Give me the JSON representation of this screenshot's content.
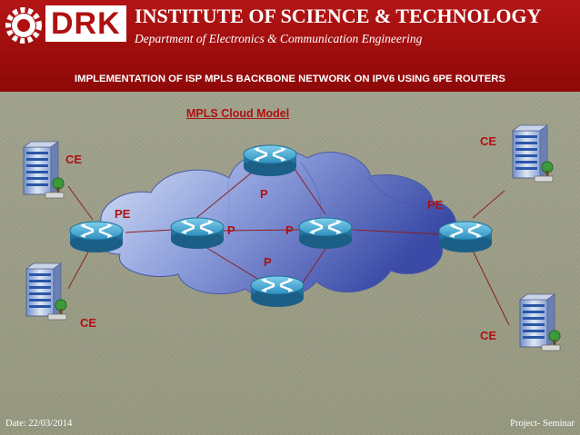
{
  "header": {
    "logo": "DRK",
    "institute": "INSTITUTE OF SCIENCE & TECHNOLOGY",
    "department": "Department of Electronics & Communication Engineering",
    "project_title": "IMPLEMENTATION OF ISP MPLS BACKBONE NETWORK ON IPV6 USING 6PE ROUTERS"
  },
  "diagram": {
    "cloud_label": "MPLS  Cloud Model",
    "labels": {
      "ce_top_left": "CE",
      "ce_bottom_left": "CE",
      "ce_top_right": "CE",
      "ce_bottom_right": "CE",
      "pe_left": "PE",
      "pe_right": "PE",
      "p_top": "P",
      "p_left": "P",
      "p_right": "P",
      "p_bottom": "P"
    },
    "colors": {
      "label": "#b01010",
      "link": "#8a2020",
      "router": "#3fa0c8",
      "cloud_light": "#c7d8f0",
      "cloud_dark": "#5868b8"
    },
    "icons": [
      "router-icon",
      "server-building-icon"
    ]
  },
  "footer": {
    "date": "Date: 22/03/2014",
    "project": "Project- Seminar"
  }
}
